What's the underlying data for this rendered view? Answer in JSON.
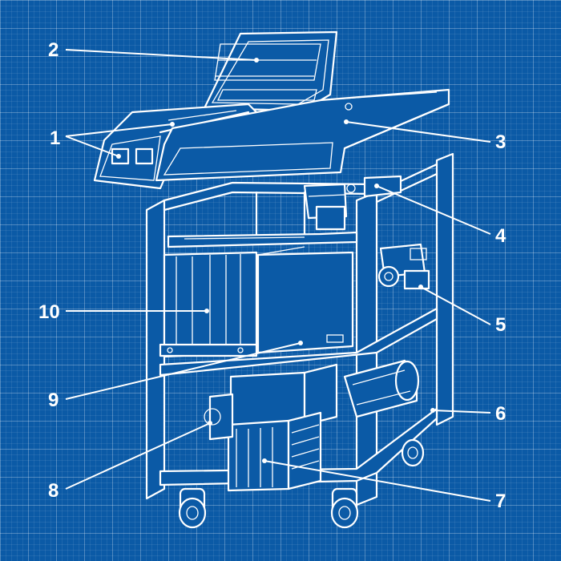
{
  "diagram": {
    "background_color": "#0b5aa6",
    "line_color": "#ffffff",
    "callouts": [
      {
        "id": "c1",
        "label": "1"
      },
      {
        "id": "c2",
        "label": "2"
      },
      {
        "id": "c3",
        "label": "3"
      },
      {
        "id": "c4",
        "label": "4"
      },
      {
        "id": "c5",
        "label": "5"
      },
      {
        "id": "c6",
        "label": "6"
      },
      {
        "id": "c7",
        "label": "7"
      },
      {
        "id": "c8",
        "label": "8"
      },
      {
        "id": "c9",
        "label": "9"
      },
      {
        "id": "c10",
        "label": "10"
      }
    ]
  }
}
